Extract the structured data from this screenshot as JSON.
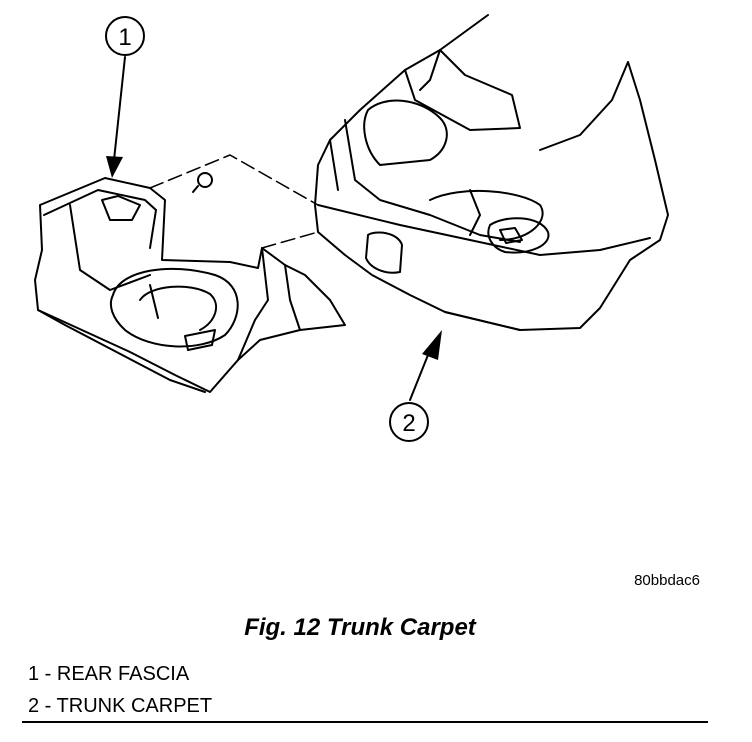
{
  "figure": {
    "callouts": [
      "1",
      "2"
    ],
    "image_code": "80bbdac6",
    "caption": "Fig. 12 Trunk Carpet"
  },
  "legend": {
    "items": [
      "1 - REAR FASCIA",
      "2 - TRUNK CARPET"
    ]
  }
}
